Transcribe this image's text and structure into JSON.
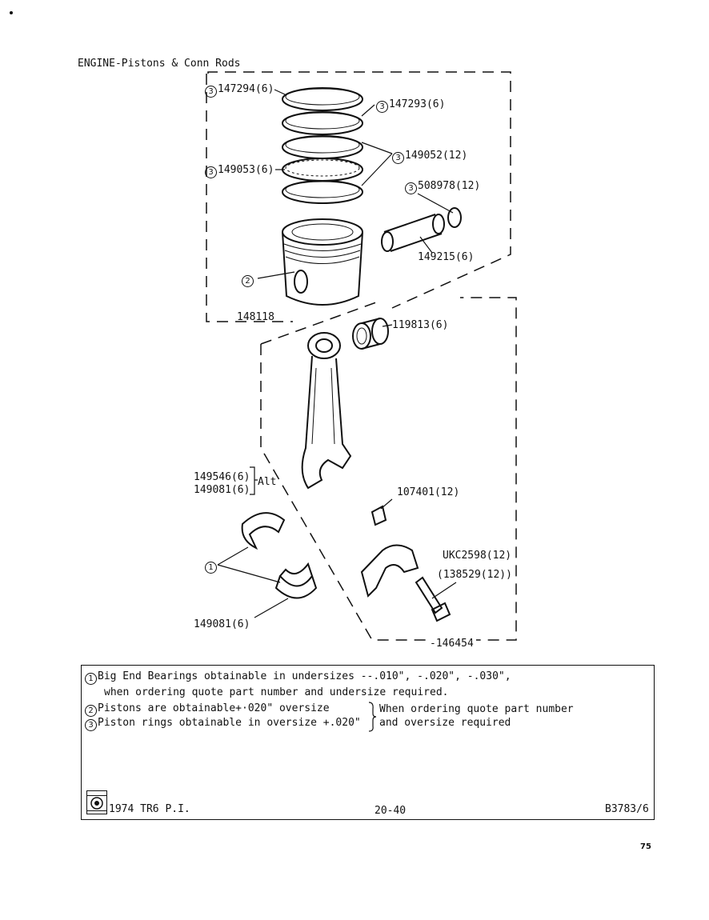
{
  "title": "ENGINE-Pistons & Conn Rods",
  "parts": {
    "ring_top": {
      "callout": "3",
      "label": "147294(6)"
    },
    "ring_second": {
      "callout": "3",
      "label": "147293(6)"
    },
    "ring_oil": {
      "callout": "3",
      "label": "149052(12)"
    },
    "ring_expander": {
      "callout": "3",
      "label": "149053(6)"
    },
    "circlip": {
      "callout": "3",
      "label": "508978(12)"
    },
    "gudgeon_pin": {
      "label": "149215(6)"
    },
    "piston": {
      "callout": "2"
    },
    "piston_assembly": {
      "label": "148118"
    },
    "small_end_bush": {
      "label": "119813(6)"
    },
    "bearing_alt_1": {
      "label": "149546(6)"
    },
    "bearing_alt_2": {
      "label": "149081(6)"
    },
    "alt": {
      "label": "Alt"
    },
    "nut": {
      "label": "107401(12)"
    },
    "bolt_1": {
      "label": "UKC2598(12)"
    },
    "bolt_2": {
      "label": "(138529(12))"
    },
    "big_end_bearings": {
      "callout": "1"
    },
    "bearing_lower": {
      "label": "149081(6)"
    },
    "conrod_assembly": {
      "label": "146454"
    }
  },
  "notes": {
    "line1": {
      "callout": "1",
      "text": "Big End Bearings obtainable in undersizes --.010\", -.020\", -.030\","
    },
    "line2": {
      "text": "when ordering quote part number and undersize required."
    },
    "line3": {
      "callout": "2",
      "text": "Pistons are obtainable+·020\" oversize"
    },
    "line4": {
      "callout": "3",
      "text": "Piston rings obtainable in oversize +.020\""
    },
    "bracket_text1": "When ordering quote part number",
    "bracket_text2": "and oversize required"
  },
  "footer": {
    "model": "1974 TR6 P.I.",
    "page_ref": "20-40",
    "drawing_ref": "B3783/6"
  },
  "page_number": "75"
}
